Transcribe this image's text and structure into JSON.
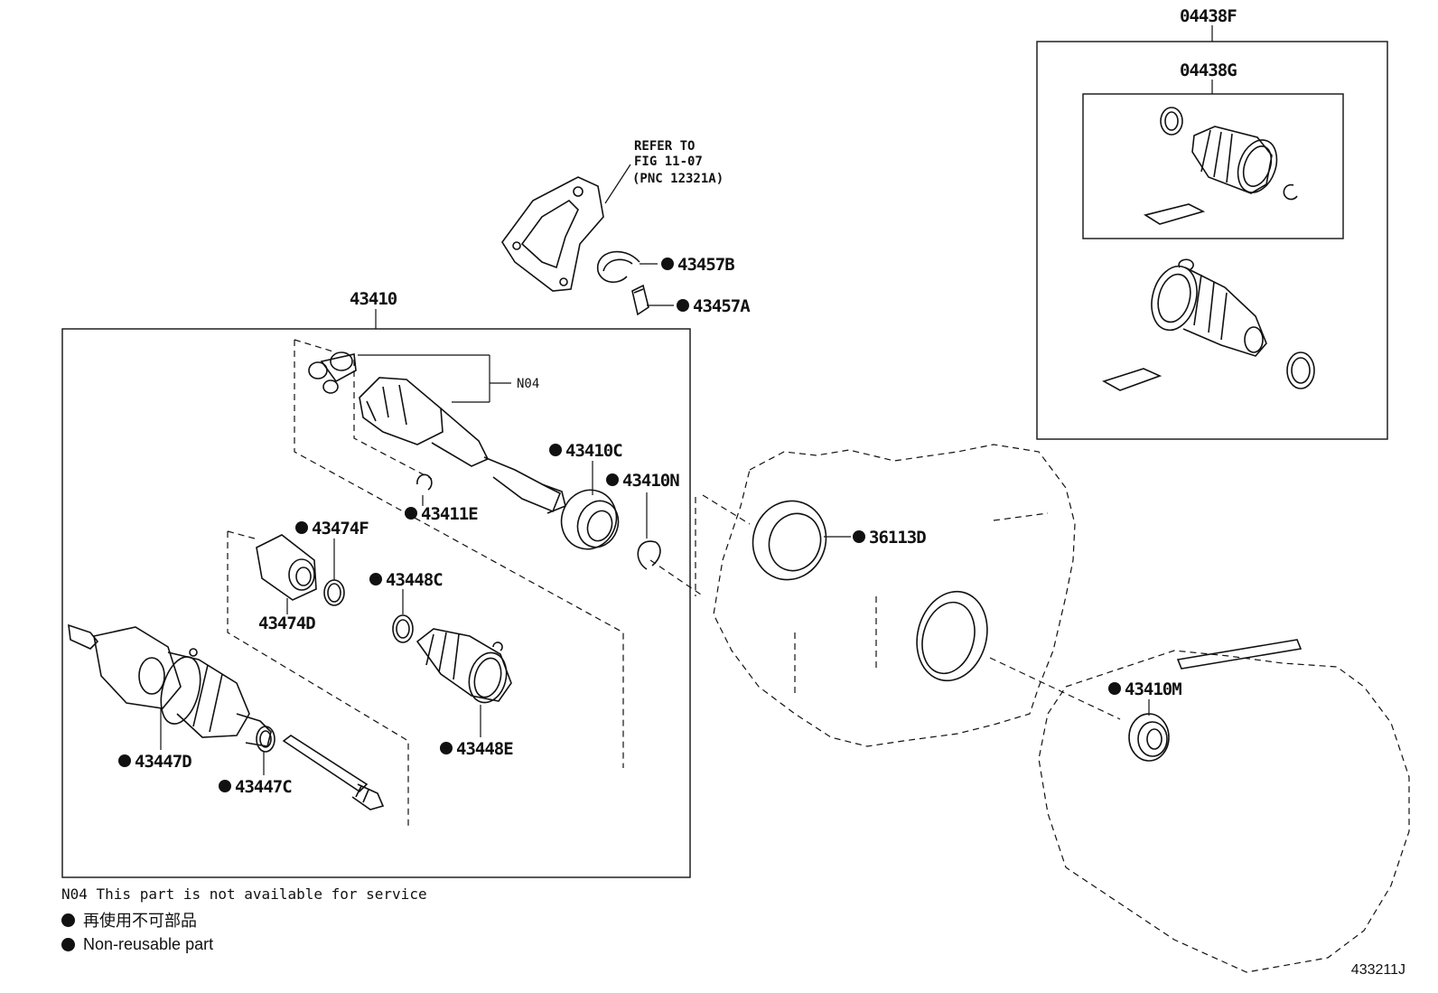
{
  "labels": {
    "kit_outer": "04438F",
    "kit_inner": "04438G",
    "refer_line1": "REFER TO",
    "refer_line2": "FIG 11-07",
    "refer_line3": "(PNC 12321A)",
    "p43457B": "43457B",
    "p43457A": "43457A",
    "p43410": "43410",
    "n04": "N04",
    "p43410C": "43410C",
    "p43410N": "43410N",
    "p43411E": "43411E",
    "p43474F": "43474F",
    "p36113D": "36113D",
    "p43448C": "43448C",
    "p43474D": "43474D",
    "p43410M": "43410M",
    "p43447D": "43447D",
    "p43448E": "43448E",
    "p43447C": "43447C"
  },
  "legend": {
    "note": "N04 This part is not available for service",
    "line_ja": "再使用不可部品",
    "line_en": "Non-reusable part"
  },
  "figure_code": "433211J"
}
